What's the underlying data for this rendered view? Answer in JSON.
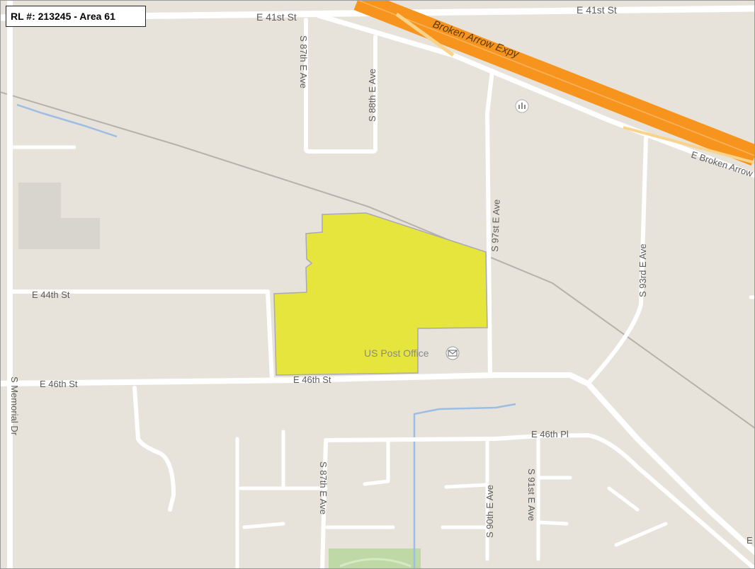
{
  "title": "RL #: 213245 - Area 61",
  "colors": {
    "land": "#e8e3da",
    "road": "#ffffff",
    "expressway": "#f7941d",
    "highlight": "#e6e53e",
    "water": "#9cbde6",
    "park": "#bfd9a6",
    "building": "#d8d4ce",
    "rail": "#b6b2ab"
  },
  "streets": {
    "e41st_left": "E 41st St",
    "e41st_right": "E 41st St",
    "broken_arrow_expy": "Broken Arrow Expy",
    "e_broken_arrow": "E Broken Arrow",
    "s87th_north": "S 87th E Ave",
    "s88th": "S 88th E Ave",
    "s97th": "S 97st E Ave",
    "s93rd": "S 93rd E Ave",
    "e44th": "E 44th St",
    "e46th_left": "E 46th St",
    "e46th_mid": "E 46th St",
    "s_memorial": "S Memorial Dr",
    "e46th_pl": "E 46th Pl",
    "s87th_south": "S 87th E Ave",
    "s90th": "S 90th E Ave",
    "s91st": "S 91st E Ave",
    "edge_e": "E"
  },
  "poi": {
    "post_office": "US Post Office",
    "post_office_icon": "mail-icon",
    "landmark_icon": "museum-icon"
  }
}
